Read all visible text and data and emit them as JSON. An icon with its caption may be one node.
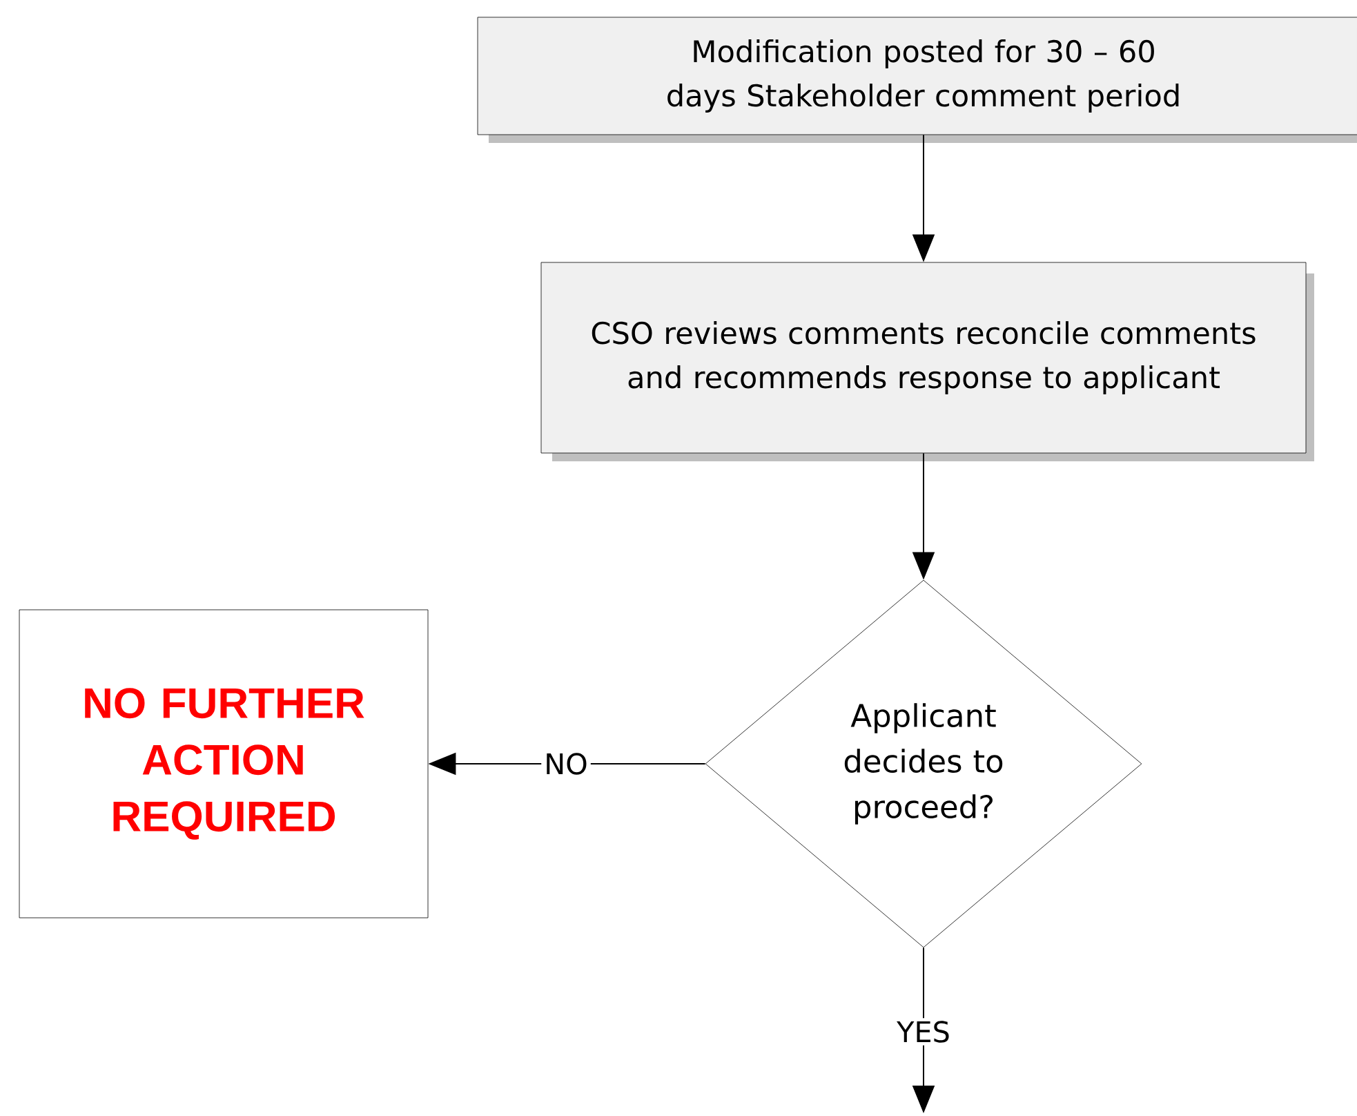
{
  "diagram": {
    "nodes": [
      {
        "text": [
          "Modification posted for 30 – 60 days Stakeholder comment period"
        ]
      },
      {
        "text": [
          "CSO reviews comments  reconcile comments and recommends response to applicant"
        ]
      },
      {
        "text": [
          "Applicant decides to proceed?"
        ]
      },
      {
        "text": [
          "NO FURTHER ACTION REQUIRED"
        ]
      }
    ],
    "edges": [
      {
        "from": 0,
        "to": 1,
        "arrow": "to"
      },
      {
        "from": 1,
        "to": 2,
        "arrow": "to"
      },
      {
        "from": 2,
        "to": 3,
        "arrow": "to",
        "label": "NO"
      },
      {
        "from": 2,
        "to": null,
        "arrow": "to",
        "label": "YES"
      }
    ]
  }
}
